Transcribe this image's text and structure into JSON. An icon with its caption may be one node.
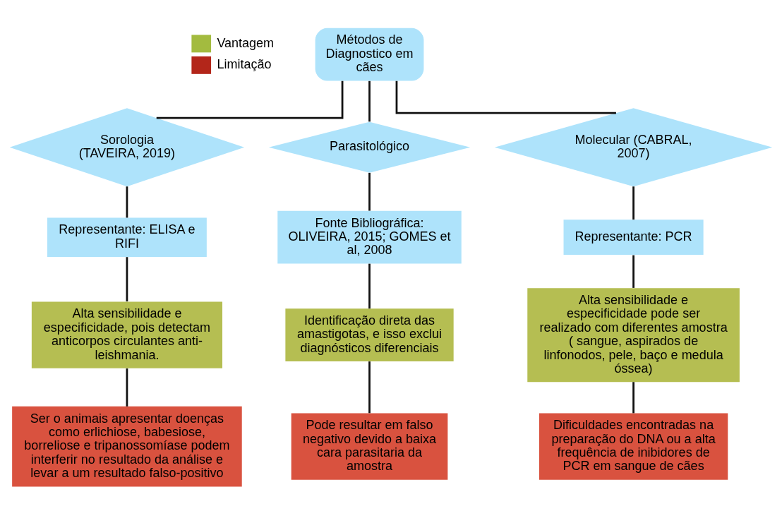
{
  "diagram": {
    "nodes": [
      {
        "text": [
          "Métodos de Diagnostico em cães"
        ]
      },
      {
        "text": [
          "Sorologia (TAVEIRA, 2019)"
        ]
      },
      {
        "text": [
          "Parasitológico"
        ]
      },
      {
        "text": [
          "Molecular (CABRAL, 2007)"
        ]
      },
      {
        "text": [
          "Representante: ELISA e RIFI"
        ]
      },
      {
        "text": [
          "Alta sensibilidade e especificidade, pois detectam anticorpos circulantes anti-leishmania."
        ]
      },
      {
        "text": [
          "Ser o animais apresentar doenças como erlichiose, babesiose, borreliose e tripanossomíase podem interferir no resultado da análise e levar a um resultado falso-positivo"
        ]
      },
      {
        "text": [
          "Fonte Bibliográfica: OLIVEIRA, 2015; GOMES et al, 2008"
        ]
      },
      {
        "text": [
          "Identificação direta das amastigotas, e isso exclui diagnósticos diferenciais"
        ]
      },
      {
        "text": [
          "Pode resultar em falso negativo devido a baixa cara parasitaria da amostra"
        ]
      },
      {
        "text": [
          "Representante: PCR"
        ]
      },
      {
        "text": [
          "Alta sensibilidade e especificidade pode ser realizado com diferentes amostra ( sangue, aspirados de linfonodos, pele, baço e medula óssea)"
        ]
      },
      {
        "text": [
          "Dificuldades encontradas na preparação do DNA ou a alta frequência de inibidores de PCR em sangue de cães"
        ]
      }
    ],
    "edges": [
      {
        "from": 0,
        "to": 1,
        "arrow": "none"
      },
      {
        "from": 0,
        "to": 2,
        "arrow": "none"
      },
      {
        "from": 0,
        "to": 3,
        "arrow": "none"
      },
      {
        "from": 1,
        "to": 4,
        "arrow": "none"
      },
      {
        "from": 4,
        "to": 5,
        "arrow": "none"
      },
      {
        "from": 5,
        "to": 6,
        "arrow": "none"
      },
      {
        "from": 2,
        "to": 7,
        "arrow": "none"
      },
      {
        "from": 7,
        "to": 8,
        "arrow": "none"
      },
      {
        "from": 8,
        "to": 9,
        "arrow": "none"
      },
      {
        "from": 3,
        "to": 10,
        "arrow": "none"
      },
      {
        "from": 10,
        "to": 11,
        "arrow": "none"
      },
      {
        "from": 11,
        "to": 12,
        "arrow": "none"
      }
    ],
    "legend": [
      {
        "text": "Vantagem",
        "color": "#a3bb3f"
      },
      {
        "text": "Limitação",
        "color": "#b3261a"
      }
    ]
  }
}
